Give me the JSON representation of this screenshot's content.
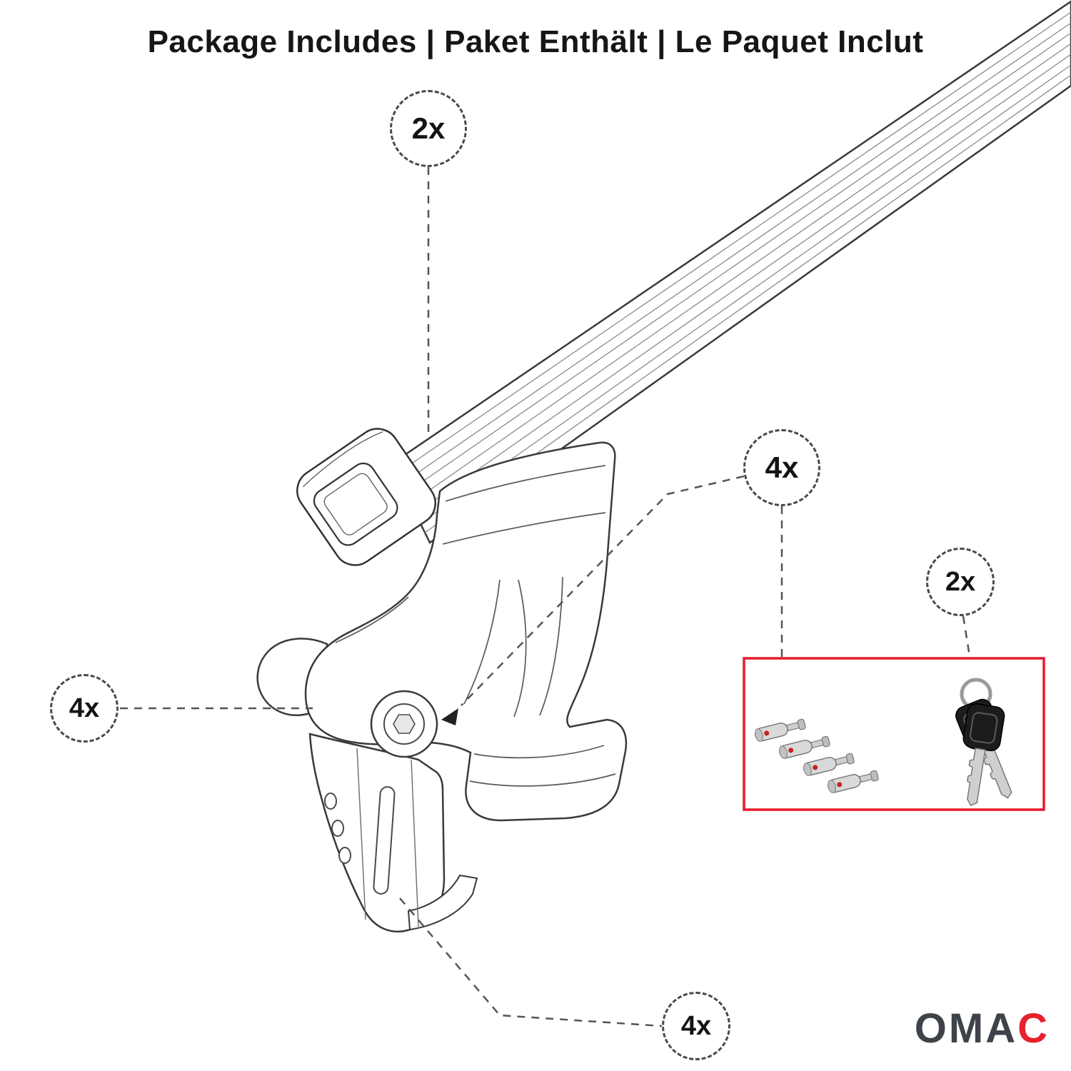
{
  "title": "Package Includes | Paket Enthält | Le Paquet Inclut",
  "callouts": {
    "crossbar_qty": "2x",
    "lock_qty": "4x",
    "key_qty": "2x",
    "foot_qty": "4x",
    "clamp_qty": "4x"
  },
  "brand": {
    "prefix": "OMA",
    "accent": "C"
  },
  "colors": {
    "accent_red": "#e8212e",
    "hardware_box_red": "#e8192c",
    "line": "#3a3a3a",
    "logo_dark": "#3d4349"
  }
}
